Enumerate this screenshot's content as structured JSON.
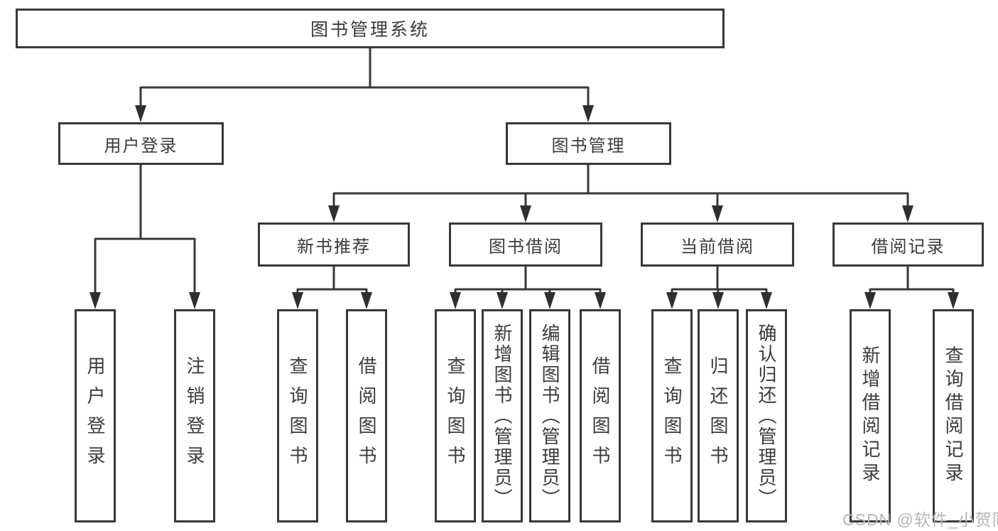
{
  "tree": {
    "root": "图书管理系统",
    "branches": [
      {
        "label": "用户登录",
        "children": [
          "用户登录",
          "注销登录"
        ]
      },
      {
        "label": "图书管理",
        "children": [
          {
            "label": "新书推荐",
            "children": [
              "查询图书",
              "借阅图书"
            ]
          },
          {
            "label": "图书借阅",
            "children": [
              "查询图书",
              "新增图书（管理员）",
              "编辑图书（管理员）",
              "借阅图书"
            ]
          },
          {
            "label": "当前借阅",
            "children": [
              "查询图书",
              "归还图书",
              "确认归还（管理员）"
            ]
          },
          {
            "label": "借阅记录",
            "children": [
              "新增借阅记录",
              "查询借阅记录"
            ]
          }
        ]
      }
    ]
  },
  "watermark": {
    "text": "CSDN @软件_小贺同学"
  },
  "colors": {
    "line": "#383838",
    "text": "#3b3b3b",
    "background": "#ffffff",
    "watermark": "#b5b5b5"
  }
}
